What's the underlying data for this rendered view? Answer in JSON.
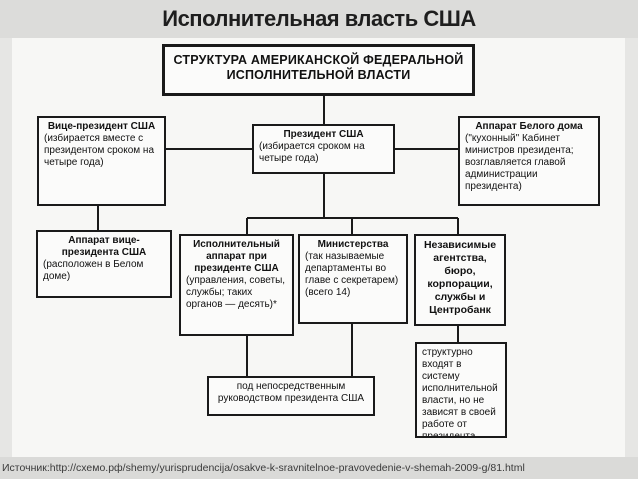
{
  "header": {
    "title": "Исполнительная власть США"
  },
  "diagram": {
    "structure": {
      "title": "СТРУКТУРА АМЕРИКАНСКОЙ ФЕДЕРАЛЬНОЙ ИСПОЛНИТЕЛЬНОЙ ВЛАСТИ"
    },
    "vice_president": {
      "title": "Вице-президент США",
      "desc": "(избирается вместе с президентом сроком на четыре года)"
    },
    "president": {
      "title": "Президент США",
      "desc": "(избирается сроком на четыре года)"
    },
    "white_house": {
      "title": "Аппарат Белого дома",
      "desc": "(\"кухонный\" Кабинет министров президента; возглавляется главой администрации президента)"
    },
    "vp_apparatus": {
      "title": "Аппарат вице-президента США",
      "desc": "(расположен в Белом доме)"
    },
    "exec_apparatus": {
      "title": "Исполнительный аппарат при президенте США",
      "desc": "(управления, советы, службы; таких органов — десять)*"
    },
    "ministries": {
      "title": "Министерства",
      "desc": "(так называемые департаменты во главе с секретарем) (всего 14)"
    },
    "agencies": {
      "title": "Независимые агентства, бюро, корпорации, службы и Центробанк"
    },
    "direct_control": {
      "text": "под непосредственным руководством президента США"
    },
    "agencies_note": {
      "text": "структурно входят в систему исполнительной власти, но не зависят в своей работе от президента США"
    }
  },
  "footer": {
    "source": "Источник:http://схемо.рф/shemy/yurisprudencija/osakve-k-sravnitelnoe-pravovedenie-v-shemah-2009-g/81.html"
  }
}
